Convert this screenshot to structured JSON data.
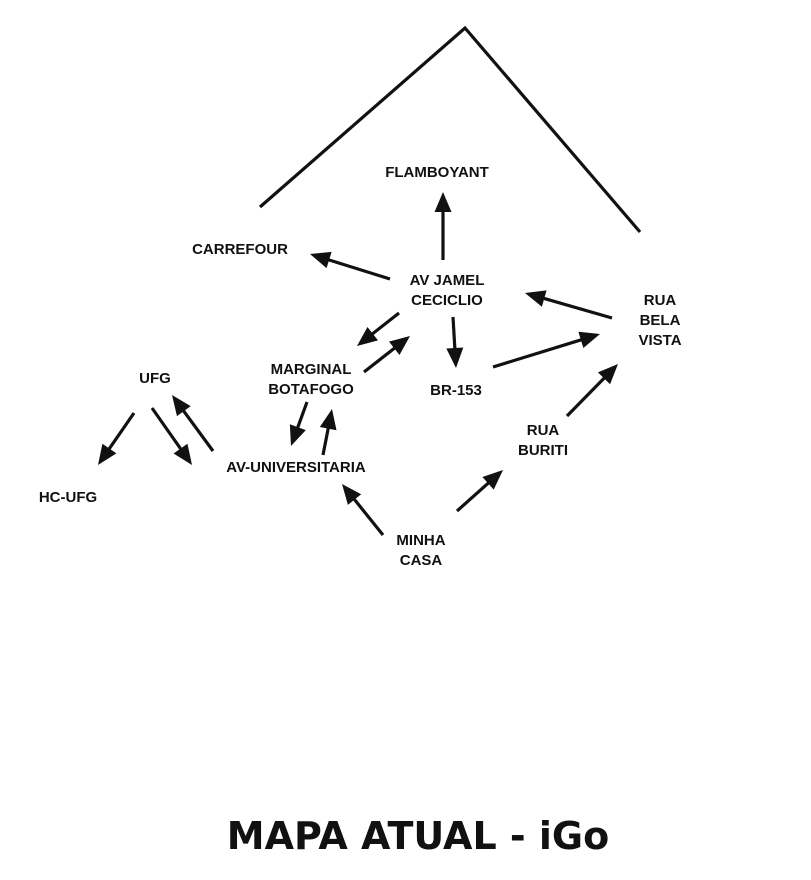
{
  "title": "MAPA ATUAL - iGo",
  "colors": {
    "ink": "#111111",
    "background": "#ffffff"
  },
  "nodes": {
    "flamboyant": {
      "lines": [
        "FLAMBOYANT"
      ]
    },
    "carrefour": {
      "lines": [
        "CARREFOUR"
      ]
    },
    "av_jamel": {
      "lines": [
        "AV JAMEL",
        "CECICLIO"
      ]
    },
    "rua_bela_vista": {
      "lines": [
        "RUA",
        "BELA",
        "VISTA"
      ]
    },
    "marginal": {
      "lines": [
        "MARGINAL",
        "BOTAFOGO"
      ]
    },
    "br153": {
      "lines": [
        "BR-153"
      ]
    },
    "ufg": {
      "lines": [
        "UFG"
      ]
    },
    "hc_ufg": {
      "lines": [
        "HC-UFG"
      ]
    },
    "av_univ": {
      "lines": [
        "AV-UNIVERSITARIA"
      ]
    },
    "rua_buriti": {
      "lines": [
        "RUA",
        "BURITI"
      ]
    },
    "minha_casa": {
      "lines": [
        "MINHA",
        "CASA"
      ]
    }
  },
  "edges": [
    {
      "from": "av_jamel",
      "to": "flamboyant"
    },
    {
      "from": "av_jamel",
      "to": "carrefour"
    },
    {
      "from": "av_jamel",
      "to": "marginal"
    },
    {
      "from": "marginal",
      "to": "av_jamel"
    },
    {
      "from": "av_jamel",
      "to": "br153"
    },
    {
      "from": "rua_bela_vista",
      "to": "av_jamel"
    },
    {
      "from": "br153",
      "to": "rua_bela_vista"
    },
    {
      "from": "rua_bela_vista",
      "to": "carrefour"
    },
    {
      "from": "rua_buriti",
      "to": "rua_bela_vista"
    },
    {
      "from": "minha_casa",
      "to": "rua_buriti"
    },
    {
      "from": "minha_casa",
      "to": "av_univ"
    },
    {
      "from": "marginal",
      "to": "av_univ"
    },
    {
      "from": "av_univ",
      "to": "marginal"
    },
    {
      "from": "av_univ",
      "to": "ufg"
    },
    {
      "from": "ufg",
      "to": "av_univ"
    },
    {
      "from": "ufg",
      "to": "hc_ufg"
    }
  ]
}
